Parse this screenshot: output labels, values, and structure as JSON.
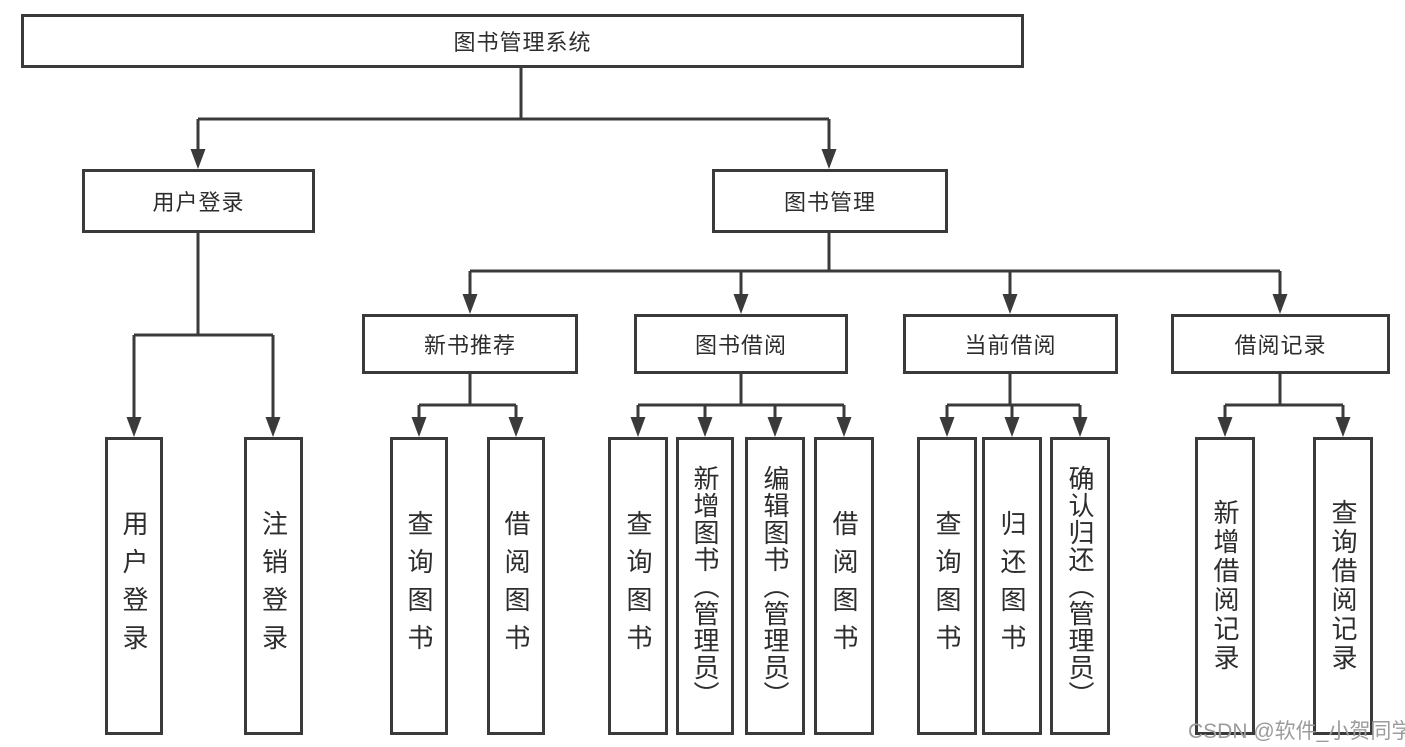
{
  "tree": {
    "root": "图书管理系统",
    "user_login_branch": {
      "label": "用户登录",
      "children": [
        "用户登录",
        "注销登录"
      ]
    },
    "book_mgmt_branch": {
      "label": "图书管理",
      "groups": [
        {
          "label": "新书推荐",
          "children": [
            "查询图书",
            "借阅图书"
          ]
        },
        {
          "label": "图书借阅",
          "children": [
            "查询图书",
            "新增图书（管理员）",
            "编辑图书（管理员）",
            "借阅图书"
          ]
        },
        {
          "label": "当前借阅",
          "children": [
            "查询图书",
            "归还图书",
            "确认归还（管理员）"
          ]
        },
        {
          "label": "借阅记录",
          "children": [
            "新增借阅记录",
            "查询借阅记录"
          ]
        }
      ]
    }
  },
  "watermark": "CSDN @软件_小贺同学",
  "colors": {
    "line": "#3a3a3a",
    "box_border": "#3a3a3a",
    "text": "#2d2d2d",
    "watermark": "#9c9c9c",
    "background": "#ffffff"
  }
}
